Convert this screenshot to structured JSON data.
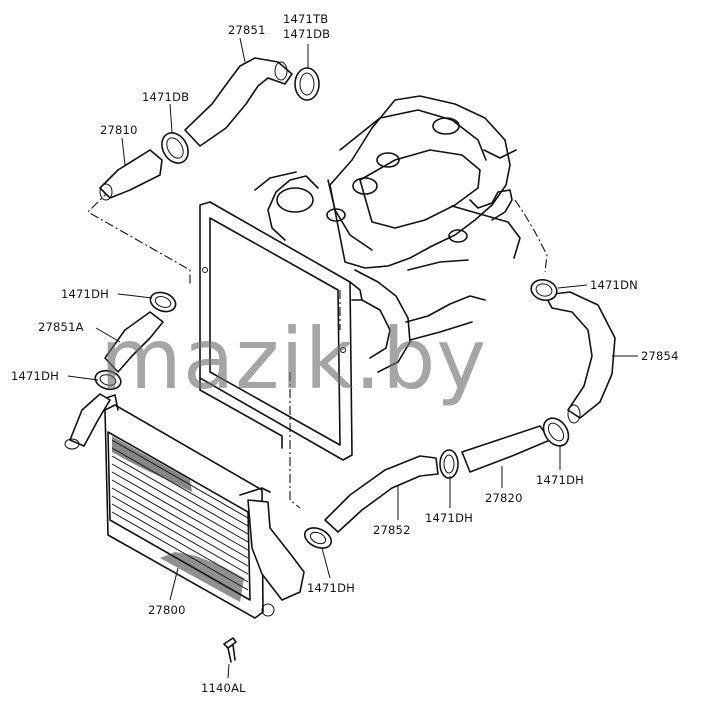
{
  "parts": [
    {
      "id": "p27851",
      "label": "27851"
    },
    {
      "id": "p1471TB",
      "label": "1471TB"
    },
    {
      "id": "p1471DB_top",
      "label": "1471DB"
    },
    {
      "id": "p1471DB_left",
      "label": "1471DB"
    },
    {
      "id": "p27810",
      "label": "27810"
    },
    {
      "id": "p1471DH_a",
      "label": "1471DH"
    },
    {
      "id": "p27851A",
      "label": "27851A"
    },
    {
      "id": "p1471DH_b",
      "label": "1471DH"
    },
    {
      "id": "p1471DN",
      "label": "1471DN"
    },
    {
      "id": "p27854",
      "label": "27854"
    },
    {
      "id": "p1471DH_c",
      "label": "1471DH"
    },
    {
      "id": "p27820",
      "label": "27820"
    },
    {
      "id": "p27852",
      "label": "27852"
    },
    {
      "id": "p1471DH_d",
      "label": "1471DH"
    },
    {
      "id": "p1471DH_e",
      "label": "1471DH"
    },
    {
      "id": "p27800",
      "label": "27800"
    },
    {
      "id": "p1140AL",
      "label": "1140AL"
    }
  ],
  "watermark": "mazik.by"
}
